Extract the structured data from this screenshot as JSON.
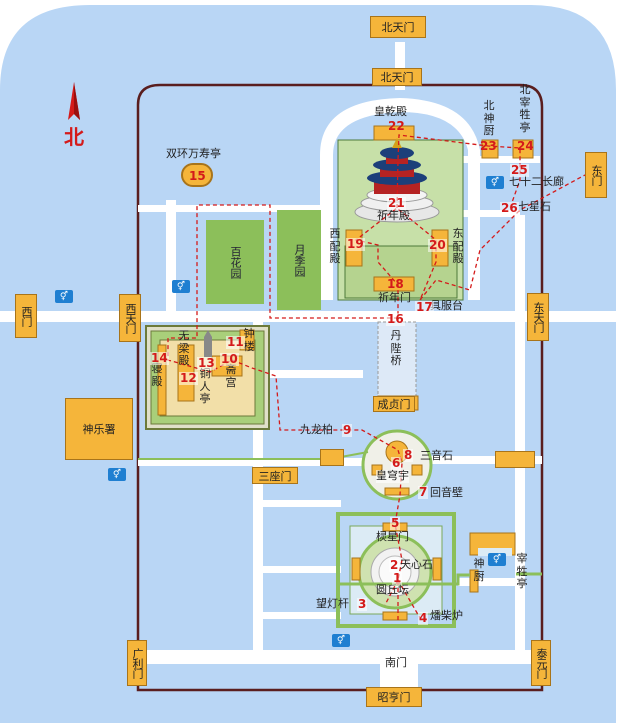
{
  "compass": {
    "north_label": "北"
  },
  "colors": {
    "background": "#b9d6f5",
    "road": "#ffffff",
    "wall": "#5a1e1e",
    "gate": "#f5b53a",
    "garden": "#8cbf5a",
    "route": "#d41a1a",
    "toilet": "#1f7fd1"
  },
  "gates": {
    "north": "北天门",
    "west": "西门",
    "west_heaven": "西天门",
    "east": "东门",
    "east_heaven": "东天门",
    "guangli": "广利门",
    "taiyuan": "泰元门",
    "south": "南门",
    "zhaoheng": "昭亨门",
    "sanzuo": "三座门"
  },
  "gardens": {
    "baihua": "百花园",
    "yueji": "月季园"
  },
  "buildings": {
    "shenyueshu": "神乐署"
  },
  "labels": {
    "shuanghuan": "双环万寿亭",
    "huangqian": "皇乾殿",
    "beishenchu": "北神厨",
    "beizaisheng": "北宰牲亭",
    "qinian": "祈年殿",
    "xipeidian": "西配殿",
    "dongpeidian": "东配殿",
    "qichanglang": "七十二长廊",
    "qixingshi": "七星石",
    "qinianmen": "祈年门",
    "jufutai": "具服台",
    "danbiqiao": "丹陛桥",
    "wuliangdian": "无梁殿",
    "qindian": "寝殿",
    "tongrenting": "铜人亭",
    "zhaigong": "斋宫",
    "zhonglou": "钟楼",
    "chengzhenmen": "成贞门",
    "jiulongbai": "九龙柏",
    "sanyinshi": "三音石",
    "huangqiongyu": "皇穹宇",
    "huiyinbi": "回音壁",
    "lingxingmen": "棂星门",
    "tianxinshi": "天心石",
    "yuanqiutan": "圆丘坛",
    "shenchu": "神厨",
    "zaishengting": "宰牲亭",
    "wangdenggan": "望灯杆",
    "liaochailu": "燔柴炉"
  },
  "toilet_icon": "toilet-icon",
  "spots": [
    "1",
    "2",
    "3",
    "4",
    "5",
    "6",
    "7",
    "8",
    "9",
    "10",
    "11",
    "12",
    "13",
    "14",
    "15",
    "16",
    "17",
    "18",
    "19",
    "20",
    "21",
    "22",
    "23",
    "24",
    "25",
    "26"
  ]
}
